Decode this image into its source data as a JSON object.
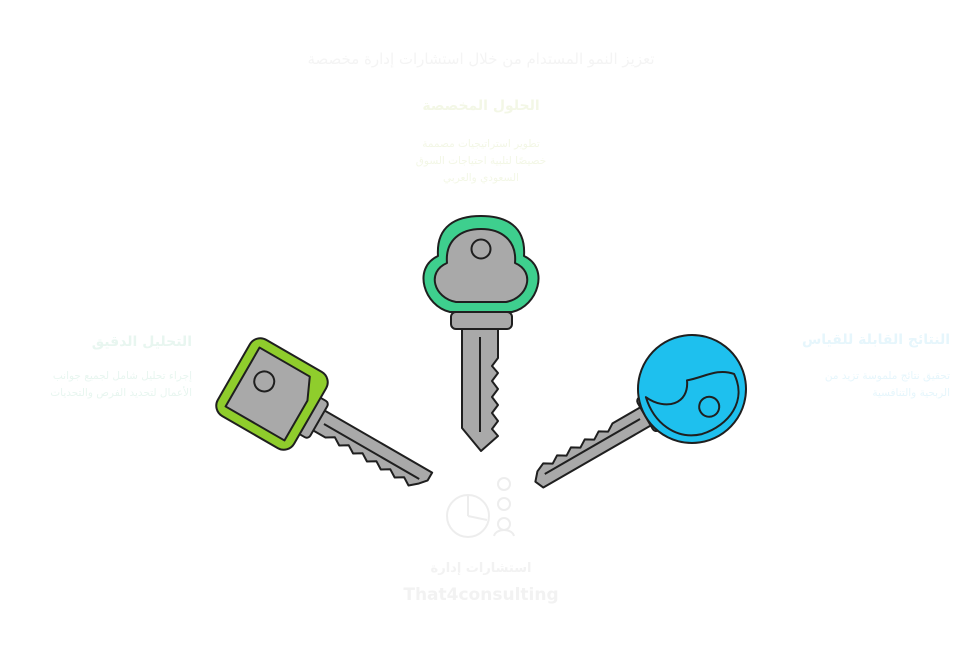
{
  "title": "تعزيز النمو المستدام من خلال استشارات إدارة مخصصة",
  "sections": {
    "top": {
      "heading": "الحلول المخصصة",
      "lines": [
        "تطوير استراتيجيات مصممة",
        "خصيصًا لتلبية احتياجات السوق",
        "السعودي والعربي"
      ]
    },
    "left": {
      "heading": "التحليل الدقيق",
      "lines": [
        "إجراء تحليل شامل لجميع جوانب",
        "الأعمال لتحديد الفرص والتحديات"
      ]
    },
    "right": {
      "heading": "النتائج القابلة للقياس",
      "lines": [
        "تحقيق نتائج ملموسة تزيد من",
        "الربحية والتنافسية"
      ]
    }
  },
  "brand": {
    "arabic": "استشارات إدارة",
    "english": "That4consulting"
  },
  "colors": {
    "top_key": "#3ecf8e",
    "left_key": "#8fcd2c",
    "right_key": "#1ec0ee",
    "key_blade": "#a9a9a9",
    "outline": "#1f1f1f"
  },
  "icons": [
    "key-icon-top",
    "key-icon-left",
    "key-icon-right",
    "brand-logo-icon"
  ]
}
